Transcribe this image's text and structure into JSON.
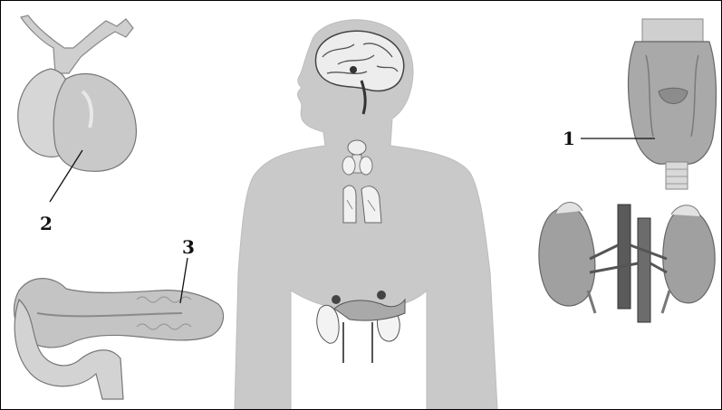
{
  "labels": {
    "thyroid": "1",
    "pituitary": "2",
    "pancreas": "3"
  },
  "colors": {
    "body_fill": "#c9c9c9",
    "organ_fill": "#b5b5b5",
    "organ_dark": "#8f8f8f",
    "organ_light": "#dedede",
    "outline": "#555555"
  },
  "organs": [
    "pituitary-gland",
    "pancreas",
    "human-silhouette",
    "thyroid-gland",
    "kidneys-adrenal-glands"
  ]
}
